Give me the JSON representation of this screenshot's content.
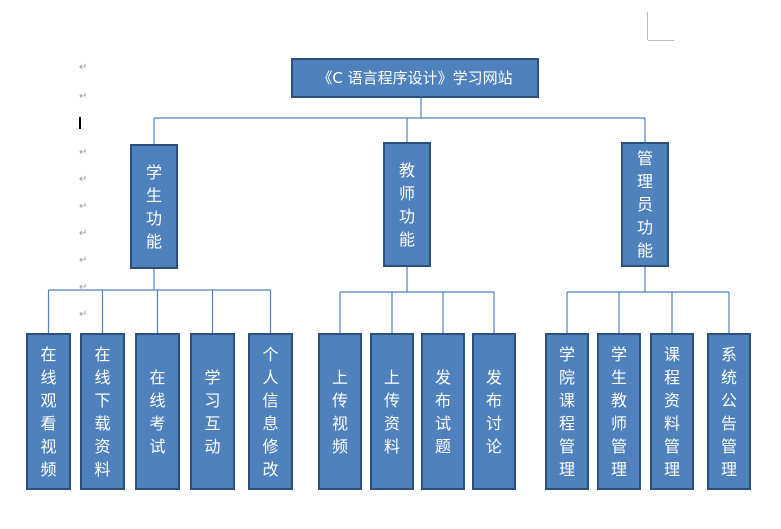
{
  "root": {
    "label": "《C 语言程序设计》学习网站"
  },
  "categories": [
    {
      "label": "学生功能",
      "children": [
        "在线观看视频",
        "在线下载资料",
        "在线考试",
        "学习互动",
        "个人信息修改"
      ]
    },
    {
      "label": "教师功能",
      "children": [
        "上传视频",
        "上传资料",
        "发布试题",
        "发布讨论"
      ]
    },
    {
      "label": "管理员功能",
      "children": [
        "学院课程管理",
        "学生教师管理",
        "课程资料管理",
        "系统公告管理"
      ]
    }
  ],
  "colors": {
    "box_fill": "#4f81bd",
    "box_border": "#2c4f7c",
    "connector": "#4f81bd",
    "text": "#ffffff"
  },
  "decor": {
    "paragraph_mark": "↵"
  }
}
